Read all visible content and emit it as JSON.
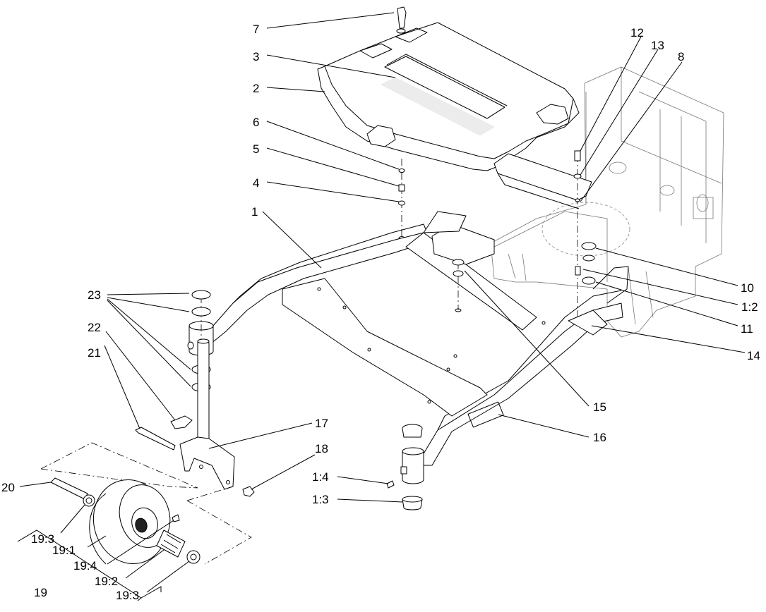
{
  "diagram": {
    "callouts": [
      {
        "id": "c7",
        "text": "7"
      },
      {
        "id": "c3",
        "text": "3"
      },
      {
        "id": "c2",
        "text": "2"
      },
      {
        "id": "c6",
        "text": "6"
      },
      {
        "id": "c5",
        "text": "5"
      },
      {
        "id": "c4",
        "text": "4"
      },
      {
        "id": "c1",
        "text": "1"
      },
      {
        "id": "c12",
        "text": "12"
      },
      {
        "id": "c13",
        "text": "13"
      },
      {
        "id": "c8",
        "text": "8"
      },
      {
        "id": "c10",
        "text": "10"
      },
      {
        "id": "c1_2",
        "text": "1:2"
      },
      {
        "id": "c11",
        "text": "11"
      },
      {
        "id": "c14",
        "text": "14"
      },
      {
        "id": "c15",
        "text": "15"
      },
      {
        "id": "c16",
        "text": "16"
      },
      {
        "id": "c23",
        "text": "23"
      },
      {
        "id": "c22",
        "text": "22"
      },
      {
        "id": "c21",
        "text": "21"
      },
      {
        "id": "c17",
        "text": "17"
      },
      {
        "id": "c18",
        "text": "18"
      },
      {
        "id": "c1_4",
        "text": "1:4"
      },
      {
        "id": "c1_3",
        "text": "1:3"
      },
      {
        "id": "c20",
        "text": "20"
      },
      {
        "id": "c19_3a",
        "text": "19:3"
      },
      {
        "id": "c19_1",
        "text": "19:1"
      },
      {
        "id": "c19_4",
        "text": "19:4"
      },
      {
        "id": "c19_2",
        "text": "19:2"
      },
      {
        "id": "c19_3b",
        "text": "19:3"
      },
      {
        "id": "c19",
        "text": "19"
      }
    ]
  }
}
